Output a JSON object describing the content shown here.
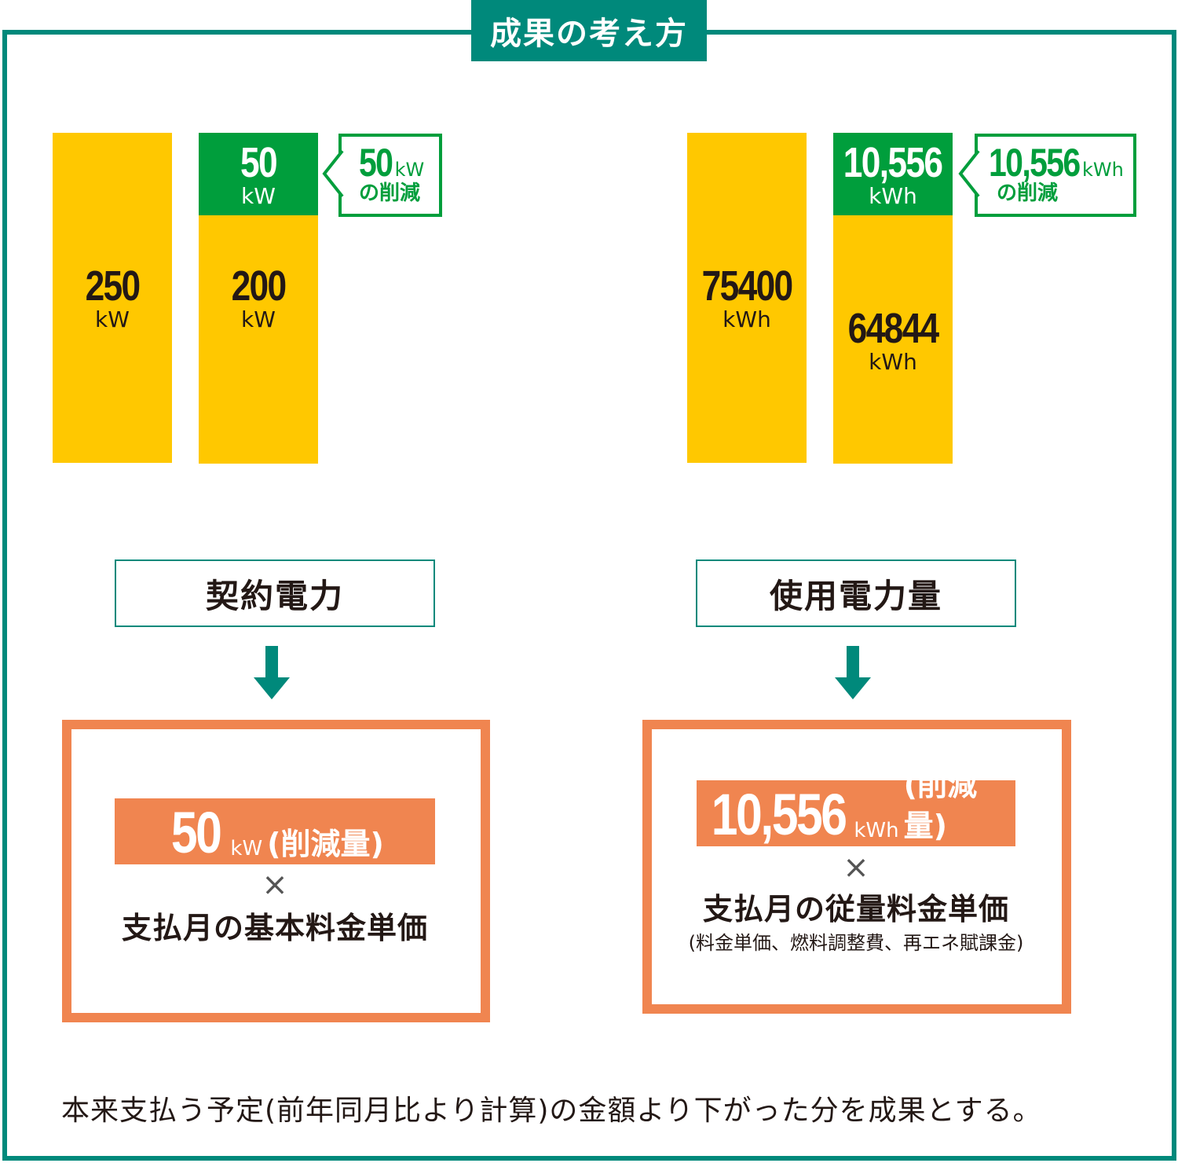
{
  "title": "成果の考え方",
  "left": {
    "before": {
      "value": "250",
      "unit": "kW"
    },
    "after": {
      "value": "200",
      "unit": "kW"
    },
    "reduction": {
      "value": "50",
      "unit": "kW"
    },
    "callout": {
      "value": "50",
      "unit": "kW",
      "suffix": "の削減"
    },
    "label": "契約電力",
    "formula": {
      "value": "50",
      "unit": "kW",
      "paren": "(削減量)",
      "times": "×",
      "text": "支払月の基本料金単価"
    }
  },
  "right": {
    "before": {
      "value": "75400",
      "unit": "kWh"
    },
    "after": {
      "value": "64844",
      "unit": "kWh"
    },
    "reduction": {
      "value": "10,556",
      "unit": "kWh"
    },
    "callout": {
      "value": "10,556",
      "unit": "kWh",
      "suffix": "の削減"
    },
    "label": "使用電力量",
    "formula": {
      "value": "10,556",
      "unit": "kWh",
      "paren": "(削減量)",
      "times": "×",
      "text": "支払月の従量料金単価",
      "note": "(料金単価、燃料調整費、再エネ賦課金)"
    }
  },
  "bottom_note": "本来支払う予定(前年同月比より計算)の金額より下がった分を成果とする。",
  "colors": {
    "teal": "#00897b",
    "green": "#009e3c",
    "yellow": "#ffc800",
    "orange": "#f08550"
  }
}
